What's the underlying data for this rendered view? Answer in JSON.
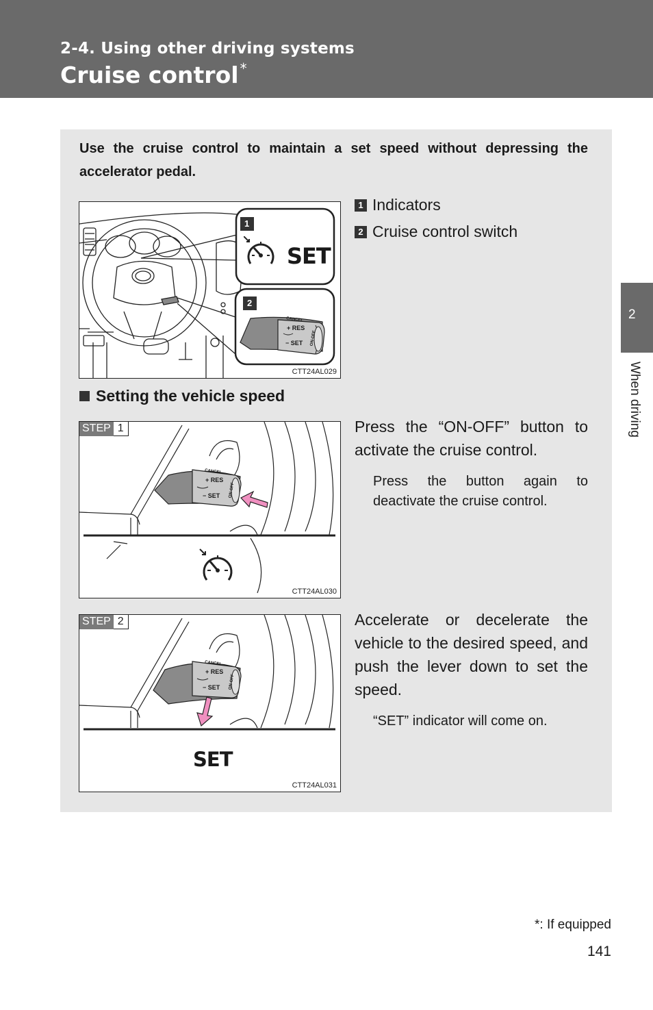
{
  "header": {
    "section": "2-4. Using other driving systems",
    "title": "Cruise control",
    "title_mark": "*"
  },
  "intro": "Use the cruise control to maintain a set speed without depressing the accelerator pedal.",
  "overview": {
    "figure_code": "CTT24AL029",
    "callouts": [
      {
        "num": "1",
        "label": "Indicators"
      },
      {
        "num": "2",
        "label": "Cruise control switch"
      }
    ],
    "set_label": "SET",
    "lever": {
      "cancel": "CANCEL",
      "res": "RES",
      "set": "SET",
      "onoff": "ON-OFF",
      "plus": "+",
      "minus": "−"
    }
  },
  "subsection": "Setting the vehicle speed",
  "steps": [
    {
      "label": "STEP",
      "num": "1",
      "figure_code": "CTT24AL030",
      "text": "Press the “ON-OFF” button to activate the cruise control.",
      "note": "Press the button again to deactivate the cruise control."
    },
    {
      "label": "STEP",
      "num": "2",
      "figure_code": "CTT24AL031",
      "text": "Accelerate or decelerate the vehicle to the desired speed, and push the lever down to set the speed.",
      "note": "“SET” indicator will come on.",
      "set_label": "SET"
    }
  ],
  "side_tab": {
    "num": "2",
    "label": "When driving"
  },
  "footnote": "*: If equipped",
  "page_number": "141",
  "colors": {
    "header": "#6a6a6a",
    "panel": "#e6e6e6",
    "arrow": "#f090c0"
  },
  "icons": [
    "speedometer-icon",
    "arrow-icon"
  ]
}
